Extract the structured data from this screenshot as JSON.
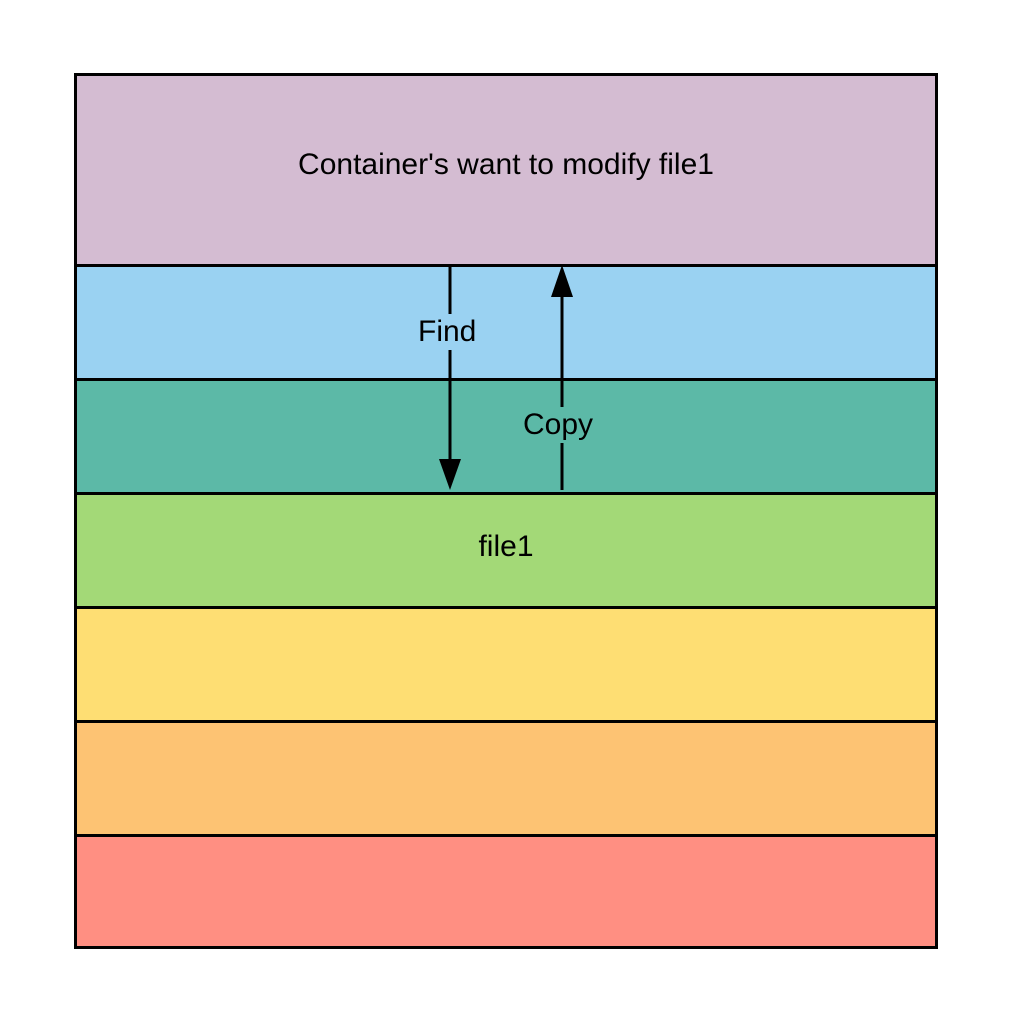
{
  "diagram": {
    "layers": [
      {
        "id": "container",
        "label": "Container's want to modify file1",
        "color": "#d4bcd2"
      },
      {
        "id": "layer-blue",
        "label": "",
        "color": "#9ad2f2"
      },
      {
        "id": "layer-teal",
        "label": "",
        "color": "#5cb9a7"
      },
      {
        "id": "file1",
        "label": "file1",
        "color": "#a3d977"
      },
      {
        "id": "layer-yellow",
        "label": "",
        "color": "#fede73"
      },
      {
        "id": "layer-orange",
        "label": "",
        "color": "#fdc373"
      },
      {
        "id": "layer-red",
        "label": "",
        "color": "#ff8f82"
      }
    ],
    "arrows": {
      "find": {
        "label": "Find",
        "direction": "down"
      },
      "copy": {
        "label": "Copy",
        "direction": "up"
      }
    }
  }
}
